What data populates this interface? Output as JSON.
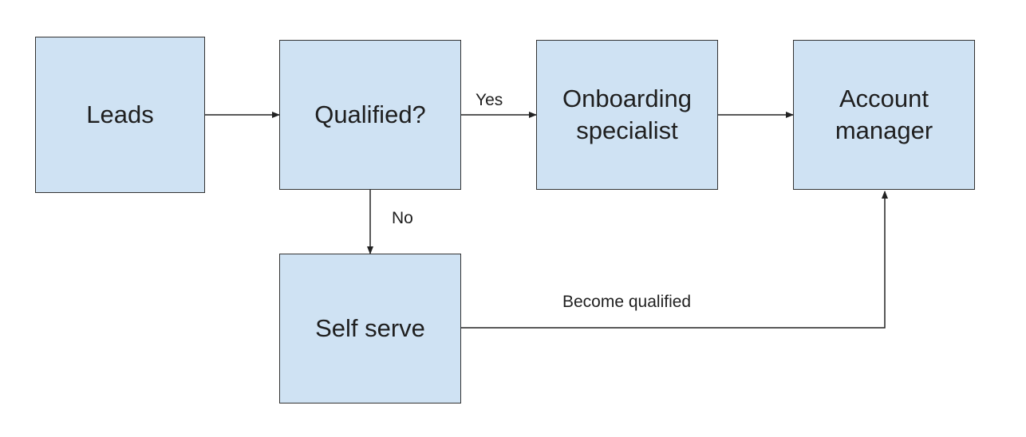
{
  "colors": {
    "node_fill": "#cfe2f3",
    "node_border": "#333333",
    "edge": "#222222",
    "text": "#1f1f1f"
  },
  "nodes": {
    "leads": {
      "label": "Leads"
    },
    "qualified": {
      "label": "Qualified?"
    },
    "onboarding": {
      "line1": "Onboarding",
      "line2": "specialist"
    },
    "account": {
      "line1": "Account",
      "line2": "manager"
    },
    "selfserve": {
      "label": "Self serve"
    }
  },
  "edges": {
    "leads_to_qualified": {
      "label": ""
    },
    "qualified_to_onboarding": {
      "label": "Yes"
    },
    "onboarding_to_account": {
      "label": ""
    },
    "qualified_to_selfserve": {
      "label": "No"
    },
    "selfserve_to_account": {
      "label": "Become qualified"
    }
  }
}
